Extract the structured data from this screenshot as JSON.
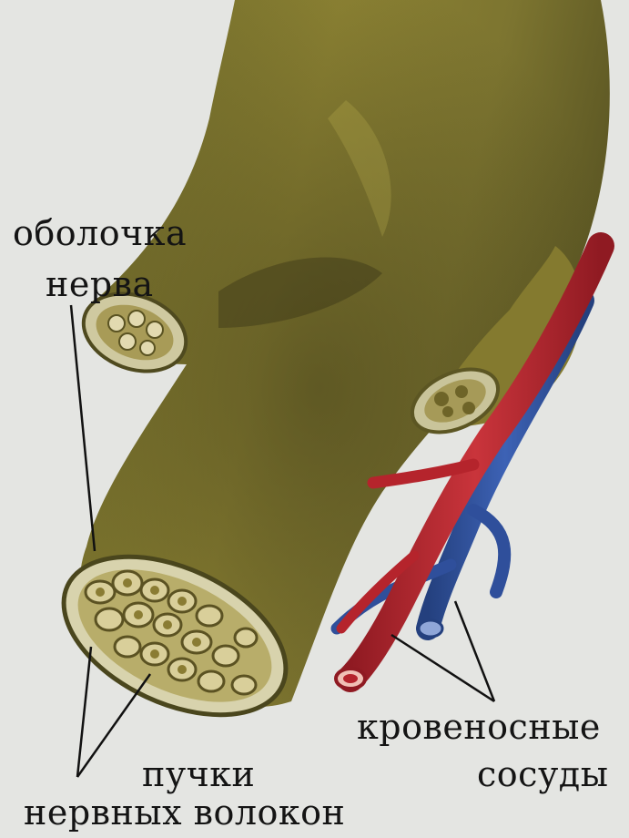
{
  "labels": {
    "sheath_line1": "оболочка",
    "sheath_line2": "нерва",
    "bundles_line1": "пучки",
    "bundles_line2": "нервных волокон",
    "vessels_line1": "кровеносные",
    "vessels_line2": "сосуды"
  },
  "colors": {
    "background": "#e4e5e2",
    "nerve": "#8a7f2e",
    "nerve_shadow": "#4f4a1f",
    "artery": "#b5242c",
    "vein": "#2f4f9b",
    "text": "#141414"
  }
}
